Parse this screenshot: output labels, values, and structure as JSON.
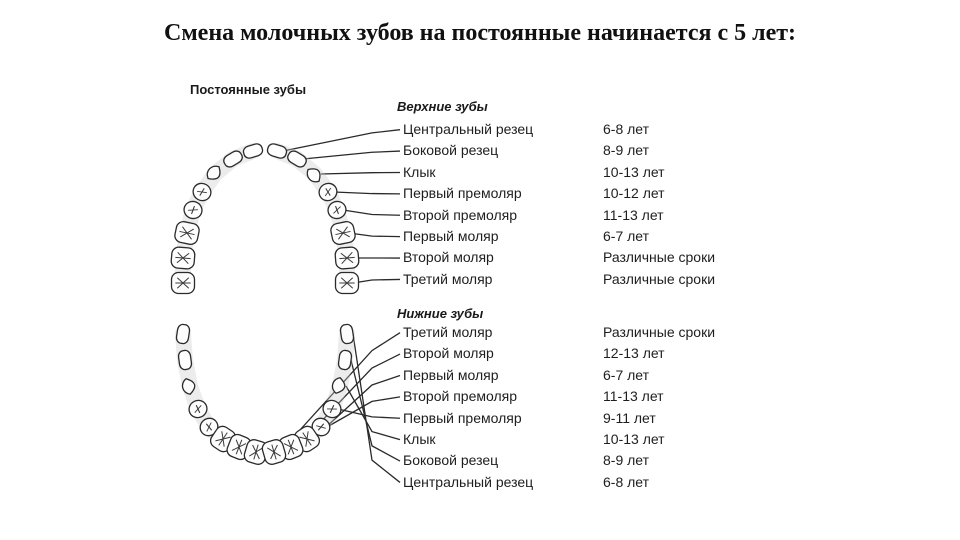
{
  "title": "Смена молочных зубов на постоянные начинается с 5 лет:",
  "diagram": {
    "heading": "Постоянные зубы",
    "upper": {
      "heading": "Верхние зубы",
      "teeth": [
        {
          "name": "Центральный резец",
          "age": "6-8 лет"
        },
        {
          "name": "Боковой резец",
          "age": "8-9 лет"
        },
        {
          "name": "Клык",
          "age": "10-13 лет"
        },
        {
          "name": "Первый премоляр",
          "age": "10-12 лет"
        },
        {
          "name": "Второй премоляр",
          "age": "11-13 лет"
        },
        {
          "name": "Первый моляр",
          "age": "6-7 лет"
        },
        {
          "name": "Второй моляр",
          "age": "Различные сроки"
        },
        {
          "name": "Третий моляр",
          "age": "Различные сроки"
        }
      ]
    },
    "lower": {
      "heading": "Нижние зубы",
      "teeth": [
        {
          "name": "Третий моляр",
          "age": "Различные сроки"
        },
        {
          "name": "Второй моляр",
          "age": "12-13 лет"
        },
        {
          "name": "Первый моляр",
          "age": "6-7 лет"
        },
        {
          "name": "Второй премоляр",
          "age": "11-13 лет"
        },
        {
          "name": "Первый премоляр",
          "age": "9-11 лет"
        },
        {
          "name": "Клык",
          "age": "10-13 лет"
        },
        {
          "name": "Боковой резец",
          "age": "8-9 лет"
        },
        {
          "name": "Центральный резец",
          "age": "6-8 лет"
        }
      ]
    }
  }
}
